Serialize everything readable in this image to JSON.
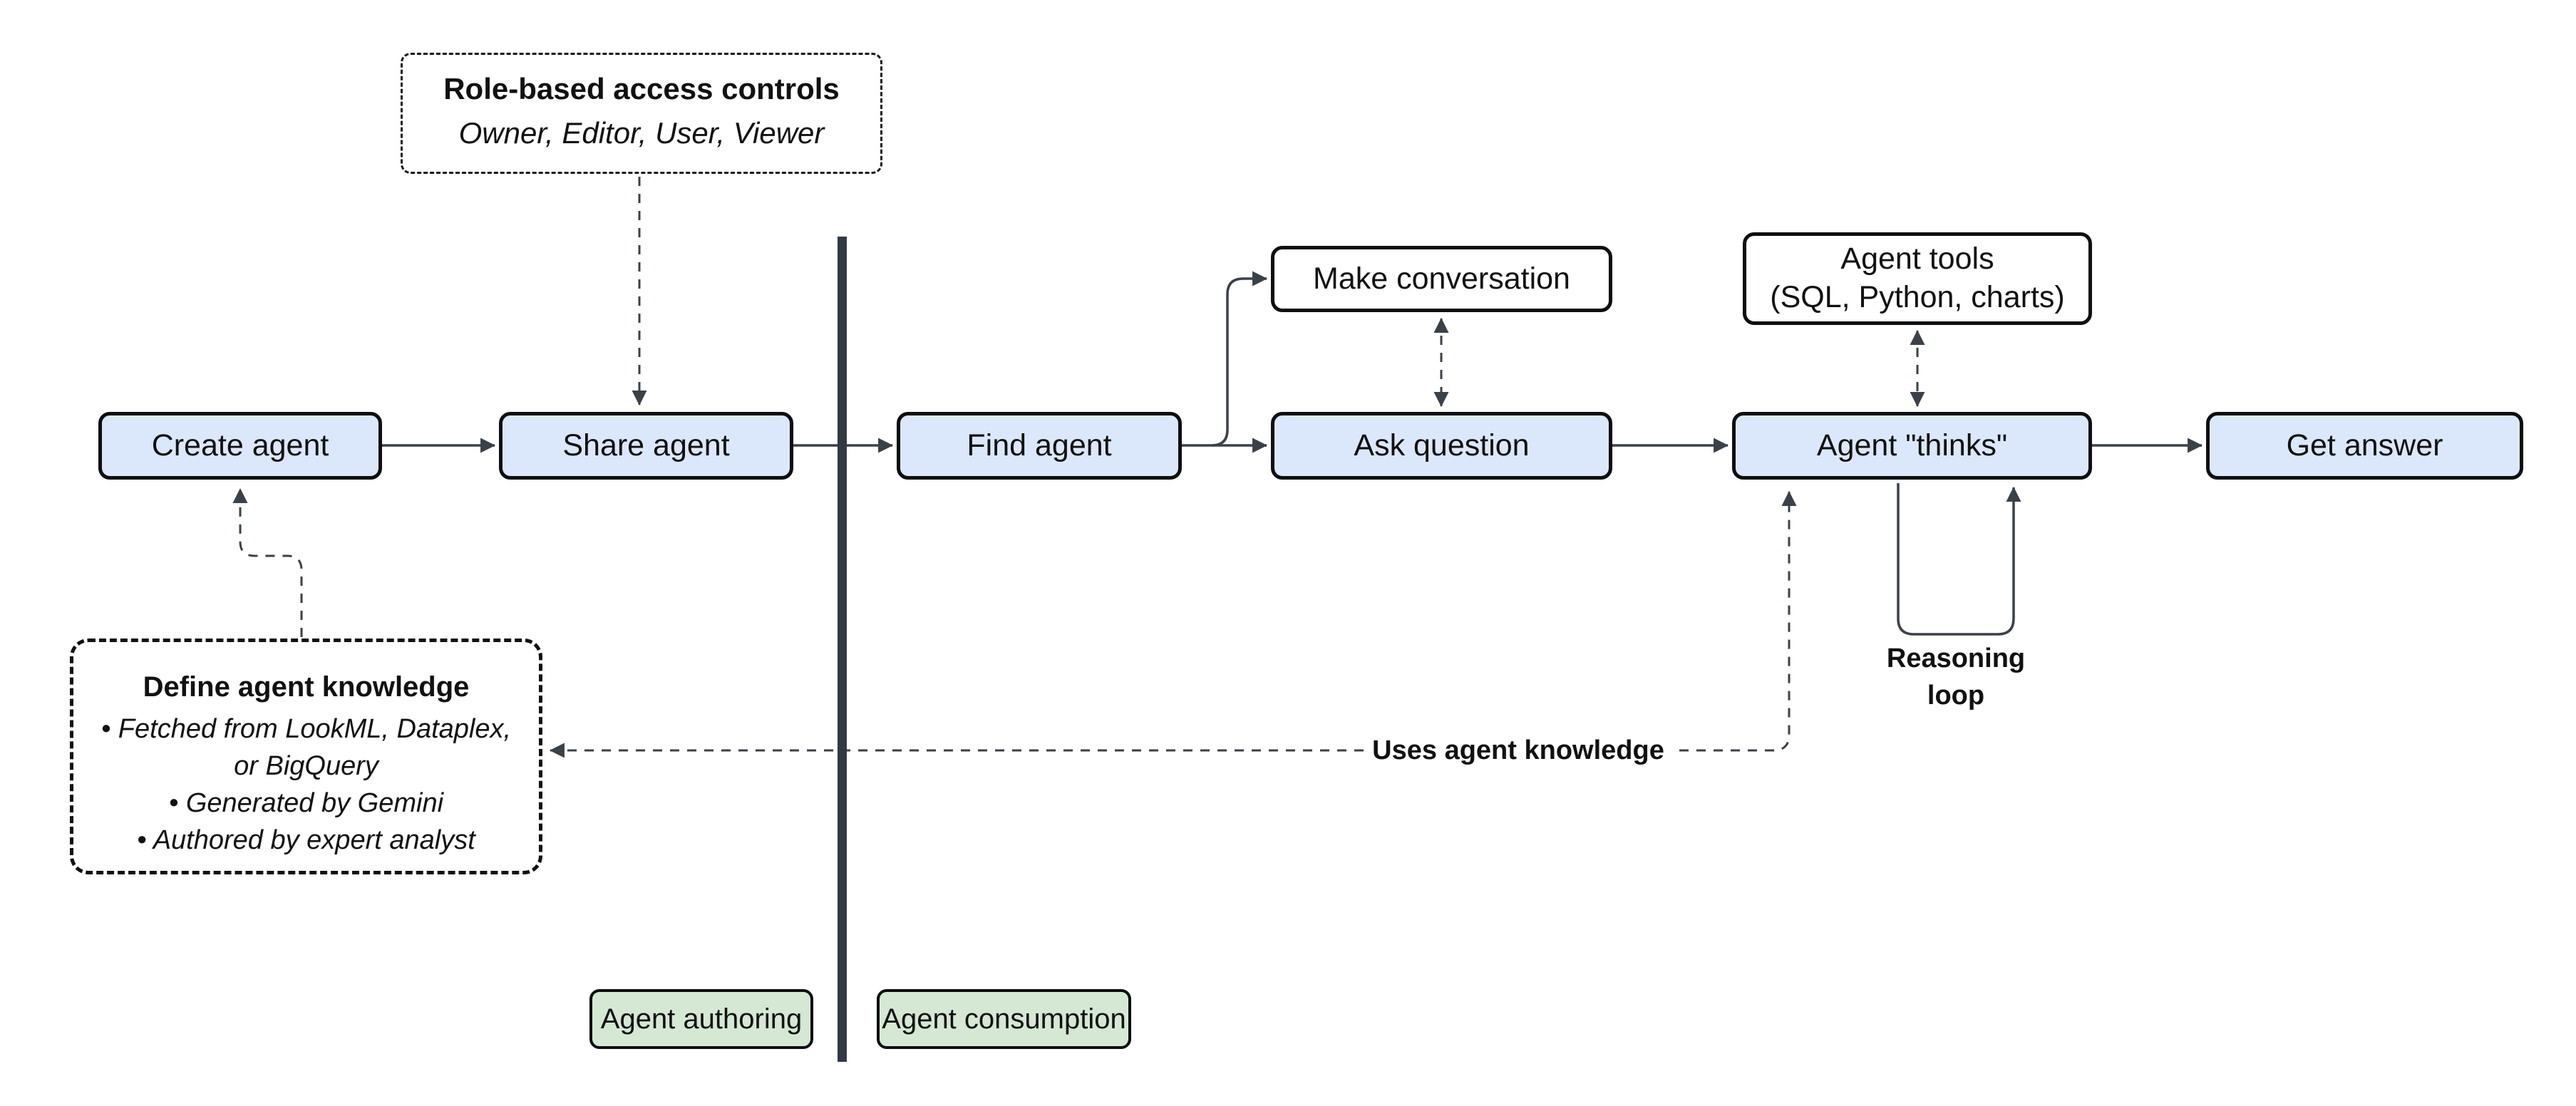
{
  "diagram": {
    "nodes": {
      "create_agent": {
        "label": "Create agent"
      },
      "share_agent": {
        "label": "Share agent"
      },
      "find_agent": {
        "label": "Find agent"
      },
      "make_conversation": {
        "label": "Make conversation"
      },
      "ask_question": {
        "label": "Ask question"
      },
      "agent_tools": {
        "label_line1": "Agent tools",
        "label_line2": "(SQL, Python, charts)"
      },
      "agent_thinks": {
        "label": "Agent \"thinks\""
      },
      "get_answer": {
        "label": "Get answer"
      }
    },
    "callouts": {
      "role_access": {
        "title": "Role-based access controls",
        "subtitle": "Owner, Editor, User, Viewer"
      },
      "agent_knowledge": {
        "title": "Define agent knowledge",
        "bullet1_line1": "• Fetched from LookML, Dataplex,",
        "bullet1_line2": "or BigQuery",
        "bullet2": "• Generated by Gemini",
        "bullet3": "• Authored by expert analyst"
      }
    },
    "edge_labels": {
      "uses_knowledge": "Uses agent knowledge",
      "reasoning_line1": "Reasoning",
      "reasoning_line2": "loop"
    },
    "zones": {
      "authoring": "Agent authoring",
      "consumption": "Agent consumption"
    },
    "colors": {
      "node_fill_blue": "#dbe8fb",
      "node_fill_white": "#ffffff",
      "zone_fill_green": "#d5e8d4",
      "node_border": "#0d0e10",
      "connector": "#3a4149",
      "divider": "#2f3a44",
      "background": "#ffffff",
      "text": "#111111"
    }
  }
}
